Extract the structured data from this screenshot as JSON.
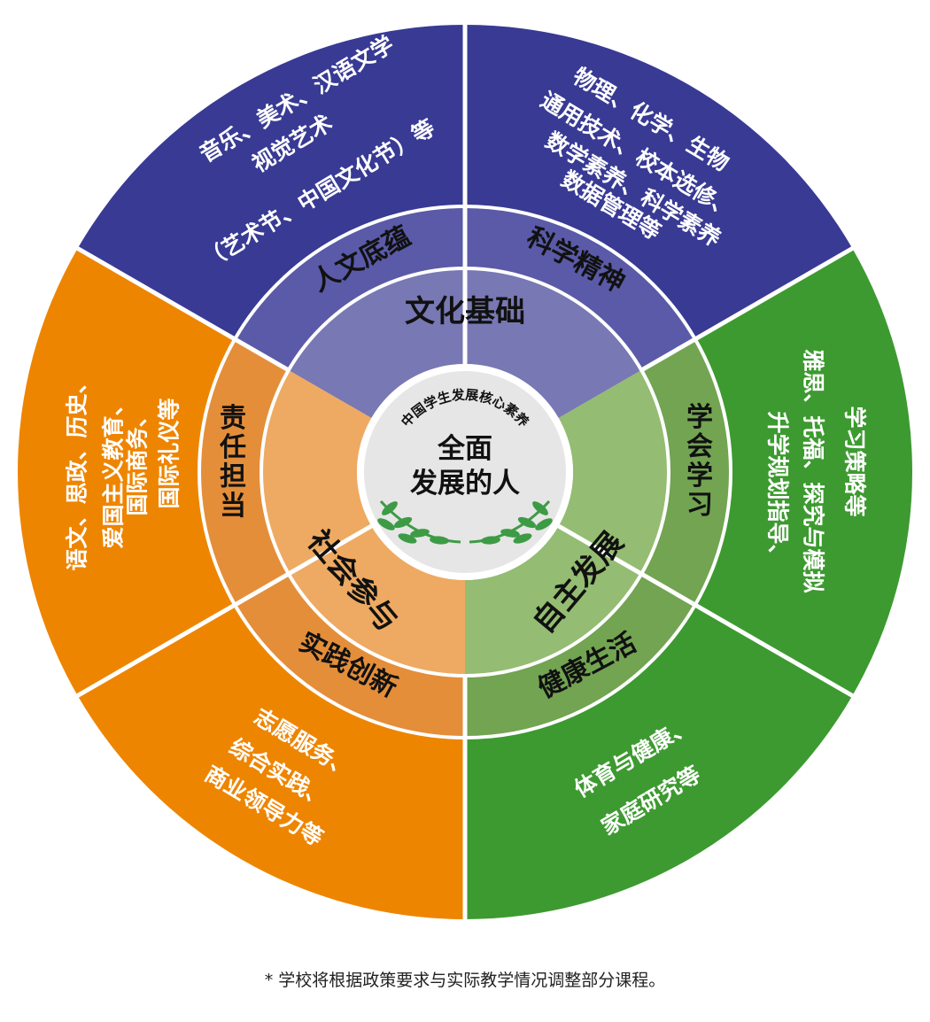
{
  "center": {
    "arc_text": "中国学生发展核心素养",
    "title_lines": [
      "全面",
      "发展的人"
    ]
  },
  "dimensions": [
    {
      "id": "culture",
      "label": "文化基础",
      "color": "#7878b4"
    },
    {
      "id": "self",
      "label": "自主发展",
      "color": "#94bc72"
    },
    {
      "id": "social",
      "label": "社会参与",
      "color": "#eeaa62"
    }
  ],
  "qualities": [
    {
      "id": "humanities",
      "label": "人文底蕴",
      "color": "#5a5aa8"
    },
    {
      "id": "science",
      "label": "科学精神",
      "color": "#5a5aa8"
    },
    {
      "id": "learning",
      "label": "学会学习",
      "color": "#72a452"
    },
    {
      "id": "health",
      "label": "健康生活",
      "color": "#72a452"
    },
    {
      "id": "innovation",
      "label": "实践创新",
      "color": "#e48e3a"
    },
    {
      "id": "responsibility",
      "label": "责任担当",
      "color": "#e48e3a"
    }
  ],
  "courses": [
    {
      "id": "humanities-courses",
      "color": "#383a94",
      "lines": [
        "音乐、美术、汉语文学",
        "视觉艺术",
        "（艺术节、中国文化节）等"
      ]
    },
    {
      "id": "science-courses",
      "color": "#383a94",
      "lines": [
        "物理、化学、生物",
        "通用技术、校本选修、",
        "数学素养、科学素养",
        "数据管理等"
      ]
    },
    {
      "id": "learning-courses",
      "color": "#3d9a30",
      "lines": [
        "雅思、托福、探究与模拟",
        "升学规划指导、",
        "学习策略等"
      ]
    },
    {
      "id": "health-courses",
      "color": "#3d9a30",
      "lines": [
        "体育与健康、",
        "家庭研究等"
      ]
    },
    {
      "id": "innovation-courses",
      "color": "#ee8500",
      "lines": [
        "志愿服务、",
        "综合实践、",
        "商业领导力等"
      ]
    },
    {
      "id": "responsibility-courses",
      "color": "#ee8500",
      "lines": [
        "语文、思政、历史、",
        "爱国主义教育、",
        "国际商务、",
        "国际礼仪等"
      ]
    }
  ],
  "footnote": "* 学校将根据政策要求与实际教学情况调整部分课程。",
  "colors": {
    "center_outer": "#ffffff",
    "center_inner": "#e6e6e6",
    "laurel": "#3d9b45",
    "divider": "#ffffff",
    "label_text": "#111111",
    "course_text": "#ffffff"
  }
}
